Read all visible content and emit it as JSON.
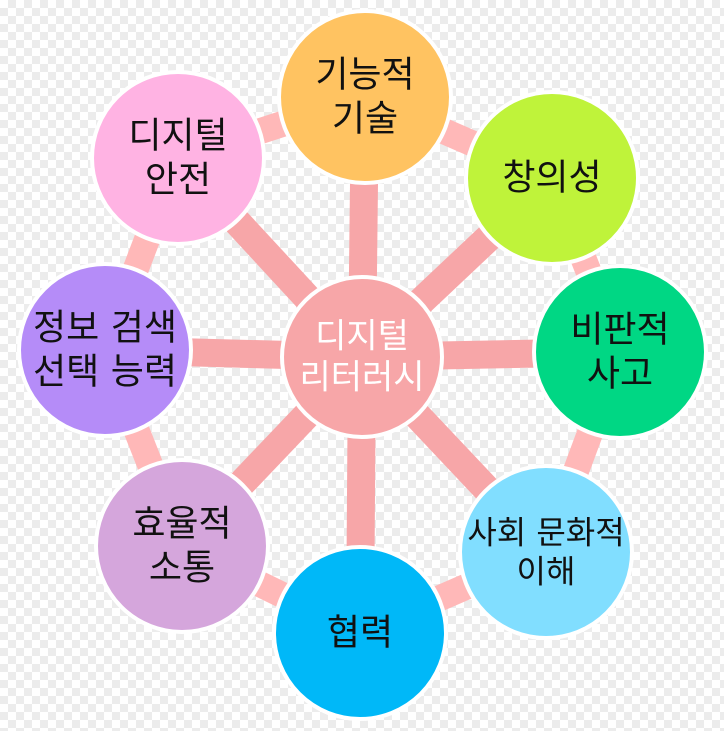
{
  "center": {
    "lines": [
      "디지털",
      "리터러시"
    ],
    "color": "#F7A6A8"
  },
  "nodes": [
    {
      "id": "functional-skills",
      "lines": [
        "기능적",
        "기술"
      ],
      "color": "#FFC361"
    },
    {
      "id": "creativity",
      "lines": [
        "창의성"
      ],
      "color": "#BFF33A"
    },
    {
      "id": "critical-thinking",
      "lines": [
        "비판적",
        "사고"
      ],
      "color": "#00D784"
    },
    {
      "id": "social-cultural-understanding",
      "lines": [
        "사회 문화적",
        "이해"
      ],
      "color": "#81DEFF"
    },
    {
      "id": "collaboration",
      "lines": [
        "협력"
      ],
      "color": "#00B8F8"
    },
    {
      "id": "effective-communication",
      "lines": [
        "효율적",
        "소통"
      ],
      "color": "#D5A6DC"
    },
    {
      "id": "information-search-selection",
      "lines": [
        "정보 검색",
        "선택 능력"
      ],
      "color": "#B58CF8"
    },
    {
      "id": "digital-safety",
      "lines": [
        "디지털",
        "안전"
      ],
      "color": "#FFB3E3"
    }
  ],
  "connector_color": "#F7A6A8",
  "ring_color": "#FFB8B8"
}
